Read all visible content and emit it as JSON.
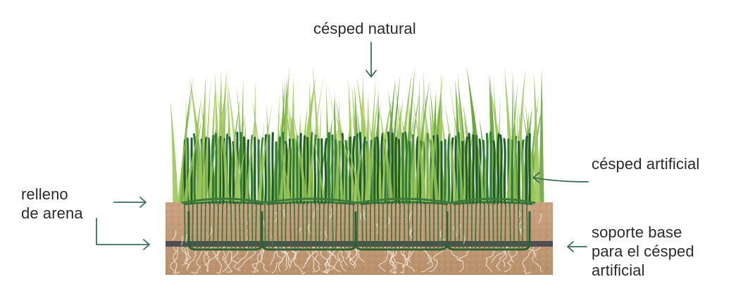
{
  "labels": {
    "natural_grass": "césped natural",
    "artificial_grass": "césped artificial",
    "sand_infill": [
      "relleno",
      "de arena"
    ],
    "base_support": [
      "soporte base",
      "para el césped",
      "artificial"
    ]
  },
  "colors": {
    "natural_grass_light": "#9cc85a",
    "natural_grass_dark": "#6aa43e",
    "artificial_grass": "#2e7a3a",
    "artificial_grass_dark": "#1f5a2b",
    "soil": "#c8a07c",
    "soil_dark": "#a97d58",
    "backing_strip": "#4a4a4a",
    "roots": "#f4ede4",
    "arrow": "#3d6e55",
    "text": "#2b2b2b"
  }
}
